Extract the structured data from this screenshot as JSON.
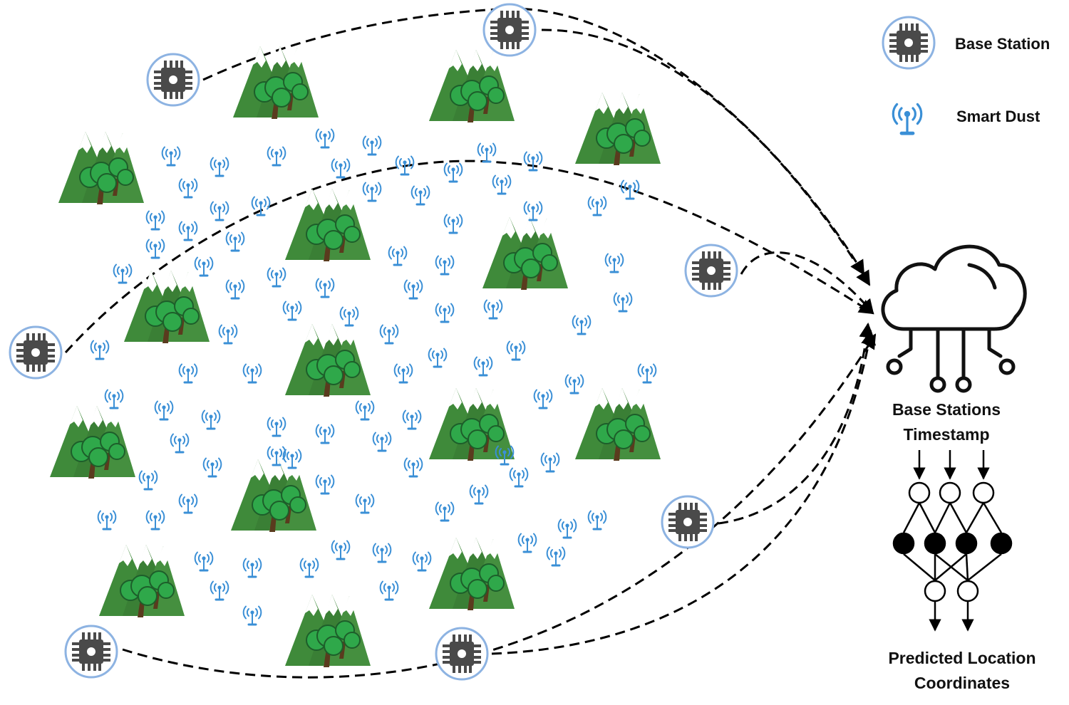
{
  "legend": {
    "base_station": "Base Station",
    "smart_dust": "Smart Dust"
  },
  "cloud_caption": {
    "line1": "Base Stations",
    "line2": "Timestamp"
  },
  "output_caption": {
    "line1": "Predicted Location",
    "line2": "Coordinates"
  },
  "icons": {
    "base_station": "chip-icon",
    "smart_dust": "antenna-icon",
    "terrain": "mountain-tree-icon",
    "cloud": "cloud-network-icon"
  },
  "colors": {
    "mountain": "#3f8a3a",
    "tree": "#2fa84a",
    "trunk": "#5a3b1e",
    "sensor": "#3a8fd6",
    "chip": "#4a4a4a",
    "chip_ring": "#8db3e2",
    "connection": "#000000"
  }
}
